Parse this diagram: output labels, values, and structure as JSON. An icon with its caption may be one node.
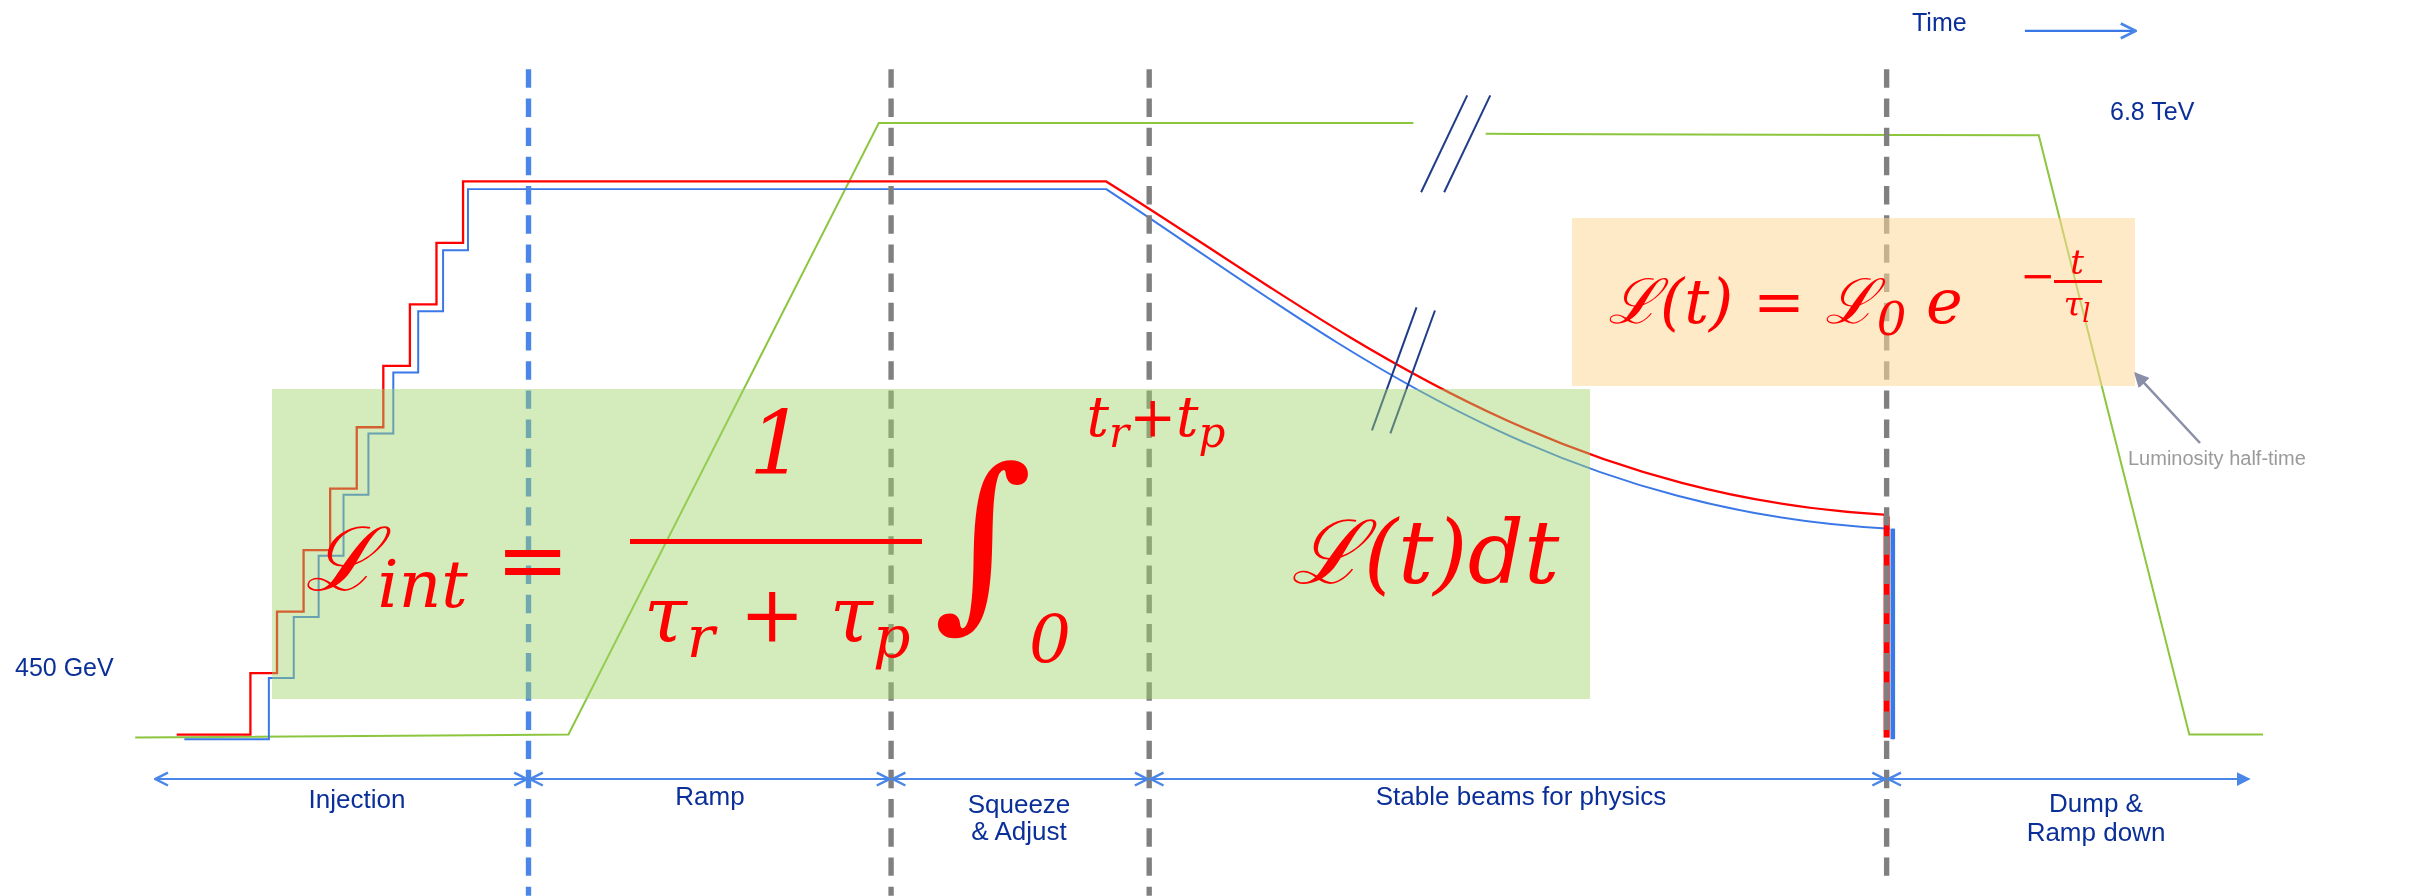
{
  "diagram": {
    "nodes": [
      {
        "text": [
          "ℒ$_{int}$ =",
          "1",
          "τ$_{r}$ + τ$_{p}$",
          "∫",
          "0",
          "t$_{r}$+t$_{p}$",
          "ℒ(t)dt"
        ]
      },
      {
        "text": [
          "ℒ(t) = ℒ$_{0}$ e",
          "−",
          "t",
          "τ$_{l}$"
        ]
      },
      {
        "text": [
          "Luminosity half-time"
        ]
      }
    ],
    "edges": [
      {
        "from": 2,
        "to": 1,
        "arrow": "to"
      }
    ],
    "labels": [
      "Time",
      "6.8 TeV",
      "450 GeV",
      "Injection",
      "Ramp",
      "Squeeze & Adjust",
      "Stable beams for physics",
      "Dump & Ramp down"
    ]
  }
}
